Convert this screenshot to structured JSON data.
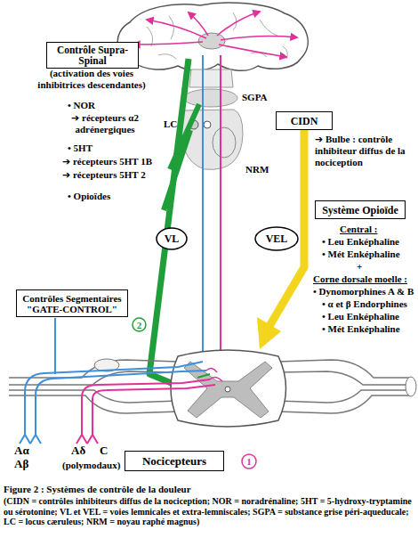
{
  "diagram": {
    "caption": "Figure 2 : Systèmes de contrôle de la douleur",
    "nodes": [
      {
        "text": [
          "Contrôle Supra-Spinal"
        ]
      },
      {
        "text": [
          "CIDN"
        ]
      },
      {
        "text": [
          "Système Opioïde"
        ]
      },
      {
        "text": [
          "VL"
        ]
      },
      {
        "text": [
          "VEL"
        ]
      },
      {
        "text": [
          "Contrôles Segmentaires \"GATE-CONTROL\""
        ]
      },
      {
        "text": [
          "2"
        ]
      },
      {
        "text": [
          "Nocicepteurs"
        ]
      },
      {
        "text": [
          "1"
        ]
      }
    ],
    "labels": [
      "(activation des voies inhibitrices descendantes)",
      "• NOR",
      "➔ récepteurs α2 adrénergiques",
      "• 5HT",
      "➔ récepteurs 5HT 1B",
      "➔ récepteurs 5HT 2",
      "• Opioïdes",
      "SGPA",
      "LC",
      "NRM",
      "➔ Bulbe : contrôle inhibiteur diffus de la nociception",
      "Central :",
      "• Leu Enképhaline",
      "• Mét Enképhaline",
      "+",
      "Corne dorsale moelle :",
      "• Dynomorphines A & B",
      "• α et β Endorphines",
      "• Leu Enképhaline",
      "• Mét Enképhaline",
      "Aα",
      "Aβ",
      "Aδ",
      "C",
      "(polymodaux)",
      "(CIDN = contrôles inhibiteurs diffus de la nociception; NOR = noradrénaline; 5HT = 5-hydroxy-tryptamine ou sérotonine; VL et VEL = voies lemnicales et extra-lemniscales; SGPA = substance grise péri-aqueducale; LC = locus cæruleus; NRM = noyau raphé magnus)"
    ]
  }
}
